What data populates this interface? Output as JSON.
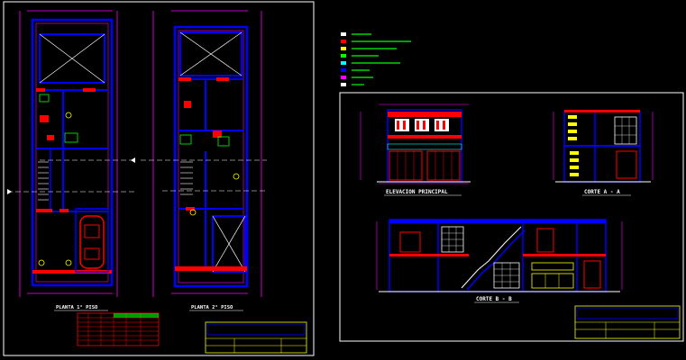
{
  "drawing": {
    "elevation_title": "ELEVACION PRINCIPAL",
    "section_aa_title": "CORTE A - A",
    "section_bb_title": "CORTE B - B",
    "floor1_title": "PLANTA 1° PISO",
    "floor2_title": "PLANTA 2° PISO"
  },
  "colors": {
    "background": "#000000",
    "walls": "#0000ff",
    "doors_hatch": "#ff0000",
    "dimensions": "#ff00ff",
    "text": "#ffffff",
    "grid_axis": "#00ff00",
    "title_block": "#ffff00"
  }
}
